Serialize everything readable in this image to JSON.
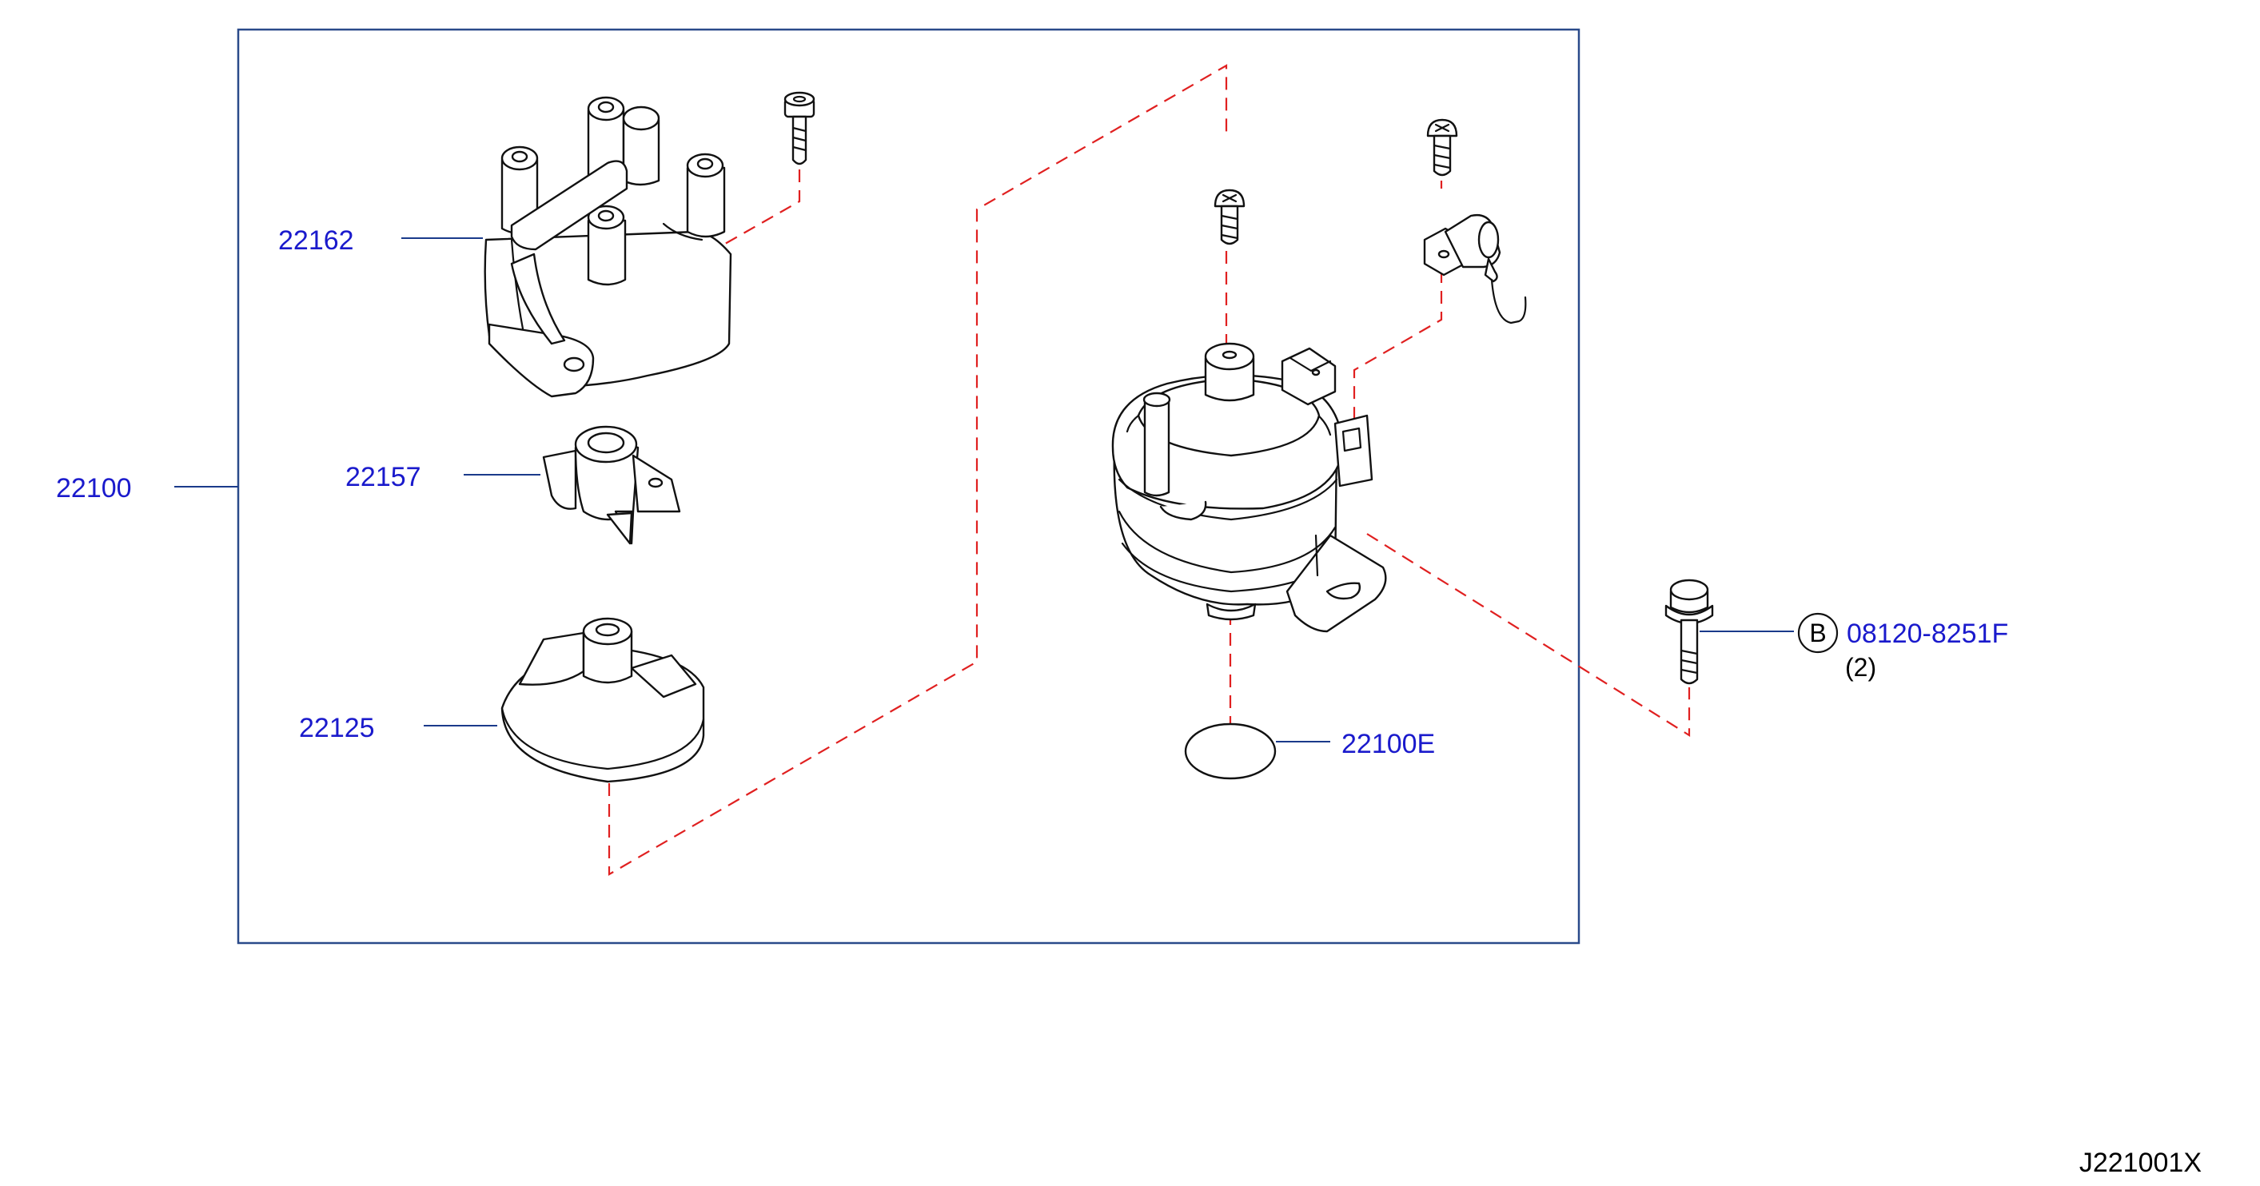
{
  "diagram": {
    "callouts": {
      "assembly": "22100",
      "cap": "22162",
      "rotor": "22157",
      "shield": "22125",
      "oring": "22100E",
      "bolt": "08120-8251F",
      "bolt_qty": "(2)",
      "bolt_badge": "B"
    },
    "reference_code": "J221001X"
  },
  "colors": {
    "callout_text": "#1a1acc",
    "leader_line": "#1a3a8a",
    "frame": "#2a4a8a",
    "dashed_guide": "#e02020",
    "part_outline": "#111111"
  }
}
